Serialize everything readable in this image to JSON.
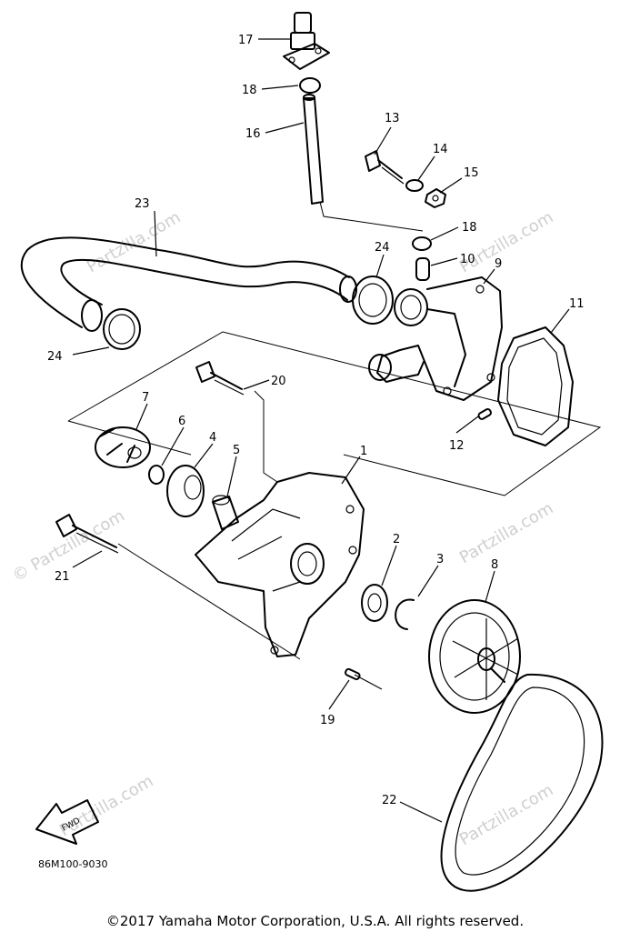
{
  "callouts": {
    "p1": "1",
    "p2": "2",
    "p3": "3",
    "p4": "4",
    "p5": "5",
    "p6": "6",
    "p7": "7",
    "p8": "8",
    "p9": "9",
    "p10": "10",
    "p11": "11",
    "p12": "12",
    "p13": "13",
    "p14": "14",
    "p15": "15",
    "p16": "16",
    "p17": "17",
    "p18a": "18",
    "p18b": "18",
    "p19": "19",
    "p20": "20",
    "p21": "21",
    "p22": "22",
    "p23": "23",
    "p24a": "24",
    "p24b": "24"
  },
  "front_arrow_label": "FWD",
  "part_code": "86M100-9030",
  "watermark": "© Partzilla.com",
  "watermark_short": "Partzilla.com",
  "copyright": "©2017 Yamaha Motor Corporation, U.S.A. All rights reserved."
}
